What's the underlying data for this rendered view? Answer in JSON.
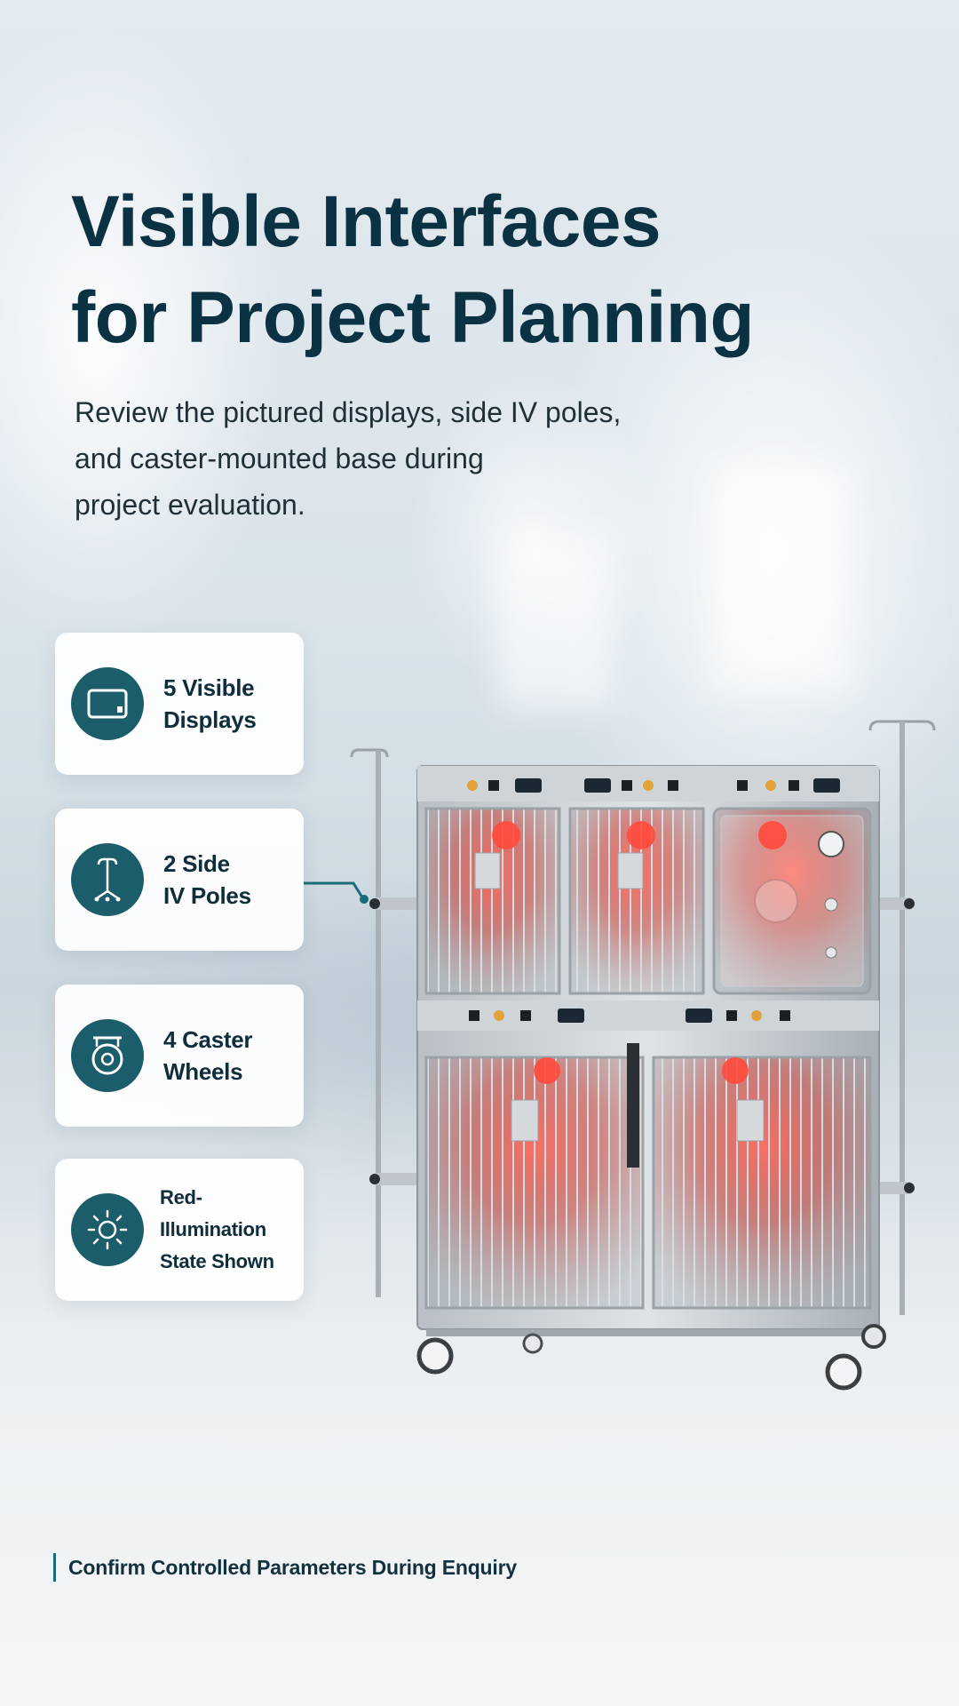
{
  "hero": {
    "title_line1": "Visible Interfaces",
    "title_line2": "for Project Planning",
    "subtitle_line1": "Review the pictured displays, side IV poles,",
    "subtitle_line2": "and caster-mounted base during",
    "subtitle_line3": "project evaluation."
  },
  "features": [
    {
      "line1": "5 Visible",
      "line2": "Displays",
      "icon": "display-icon"
    },
    {
      "line1": "2 Side",
      "line2": "IV Poles",
      "icon": "iv-pole-icon"
    },
    {
      "line1": "4 Caster",
      "line2": "Wheels",
      "icon": "caster-wheel-icon"
    },
    {
      "line1": "Red-Illumination",
      "line2": "State Shown",
      "icon": "sun-icon"
    }
  ],
  "footer": {
    "text": "Confirm Controlled Parameters During Enquiry"
  },
  "colors": {
    "accent": "#1b5d6b",
    "title": "#0b3243",
    "red_glow": "#e5332a"
  }
}
